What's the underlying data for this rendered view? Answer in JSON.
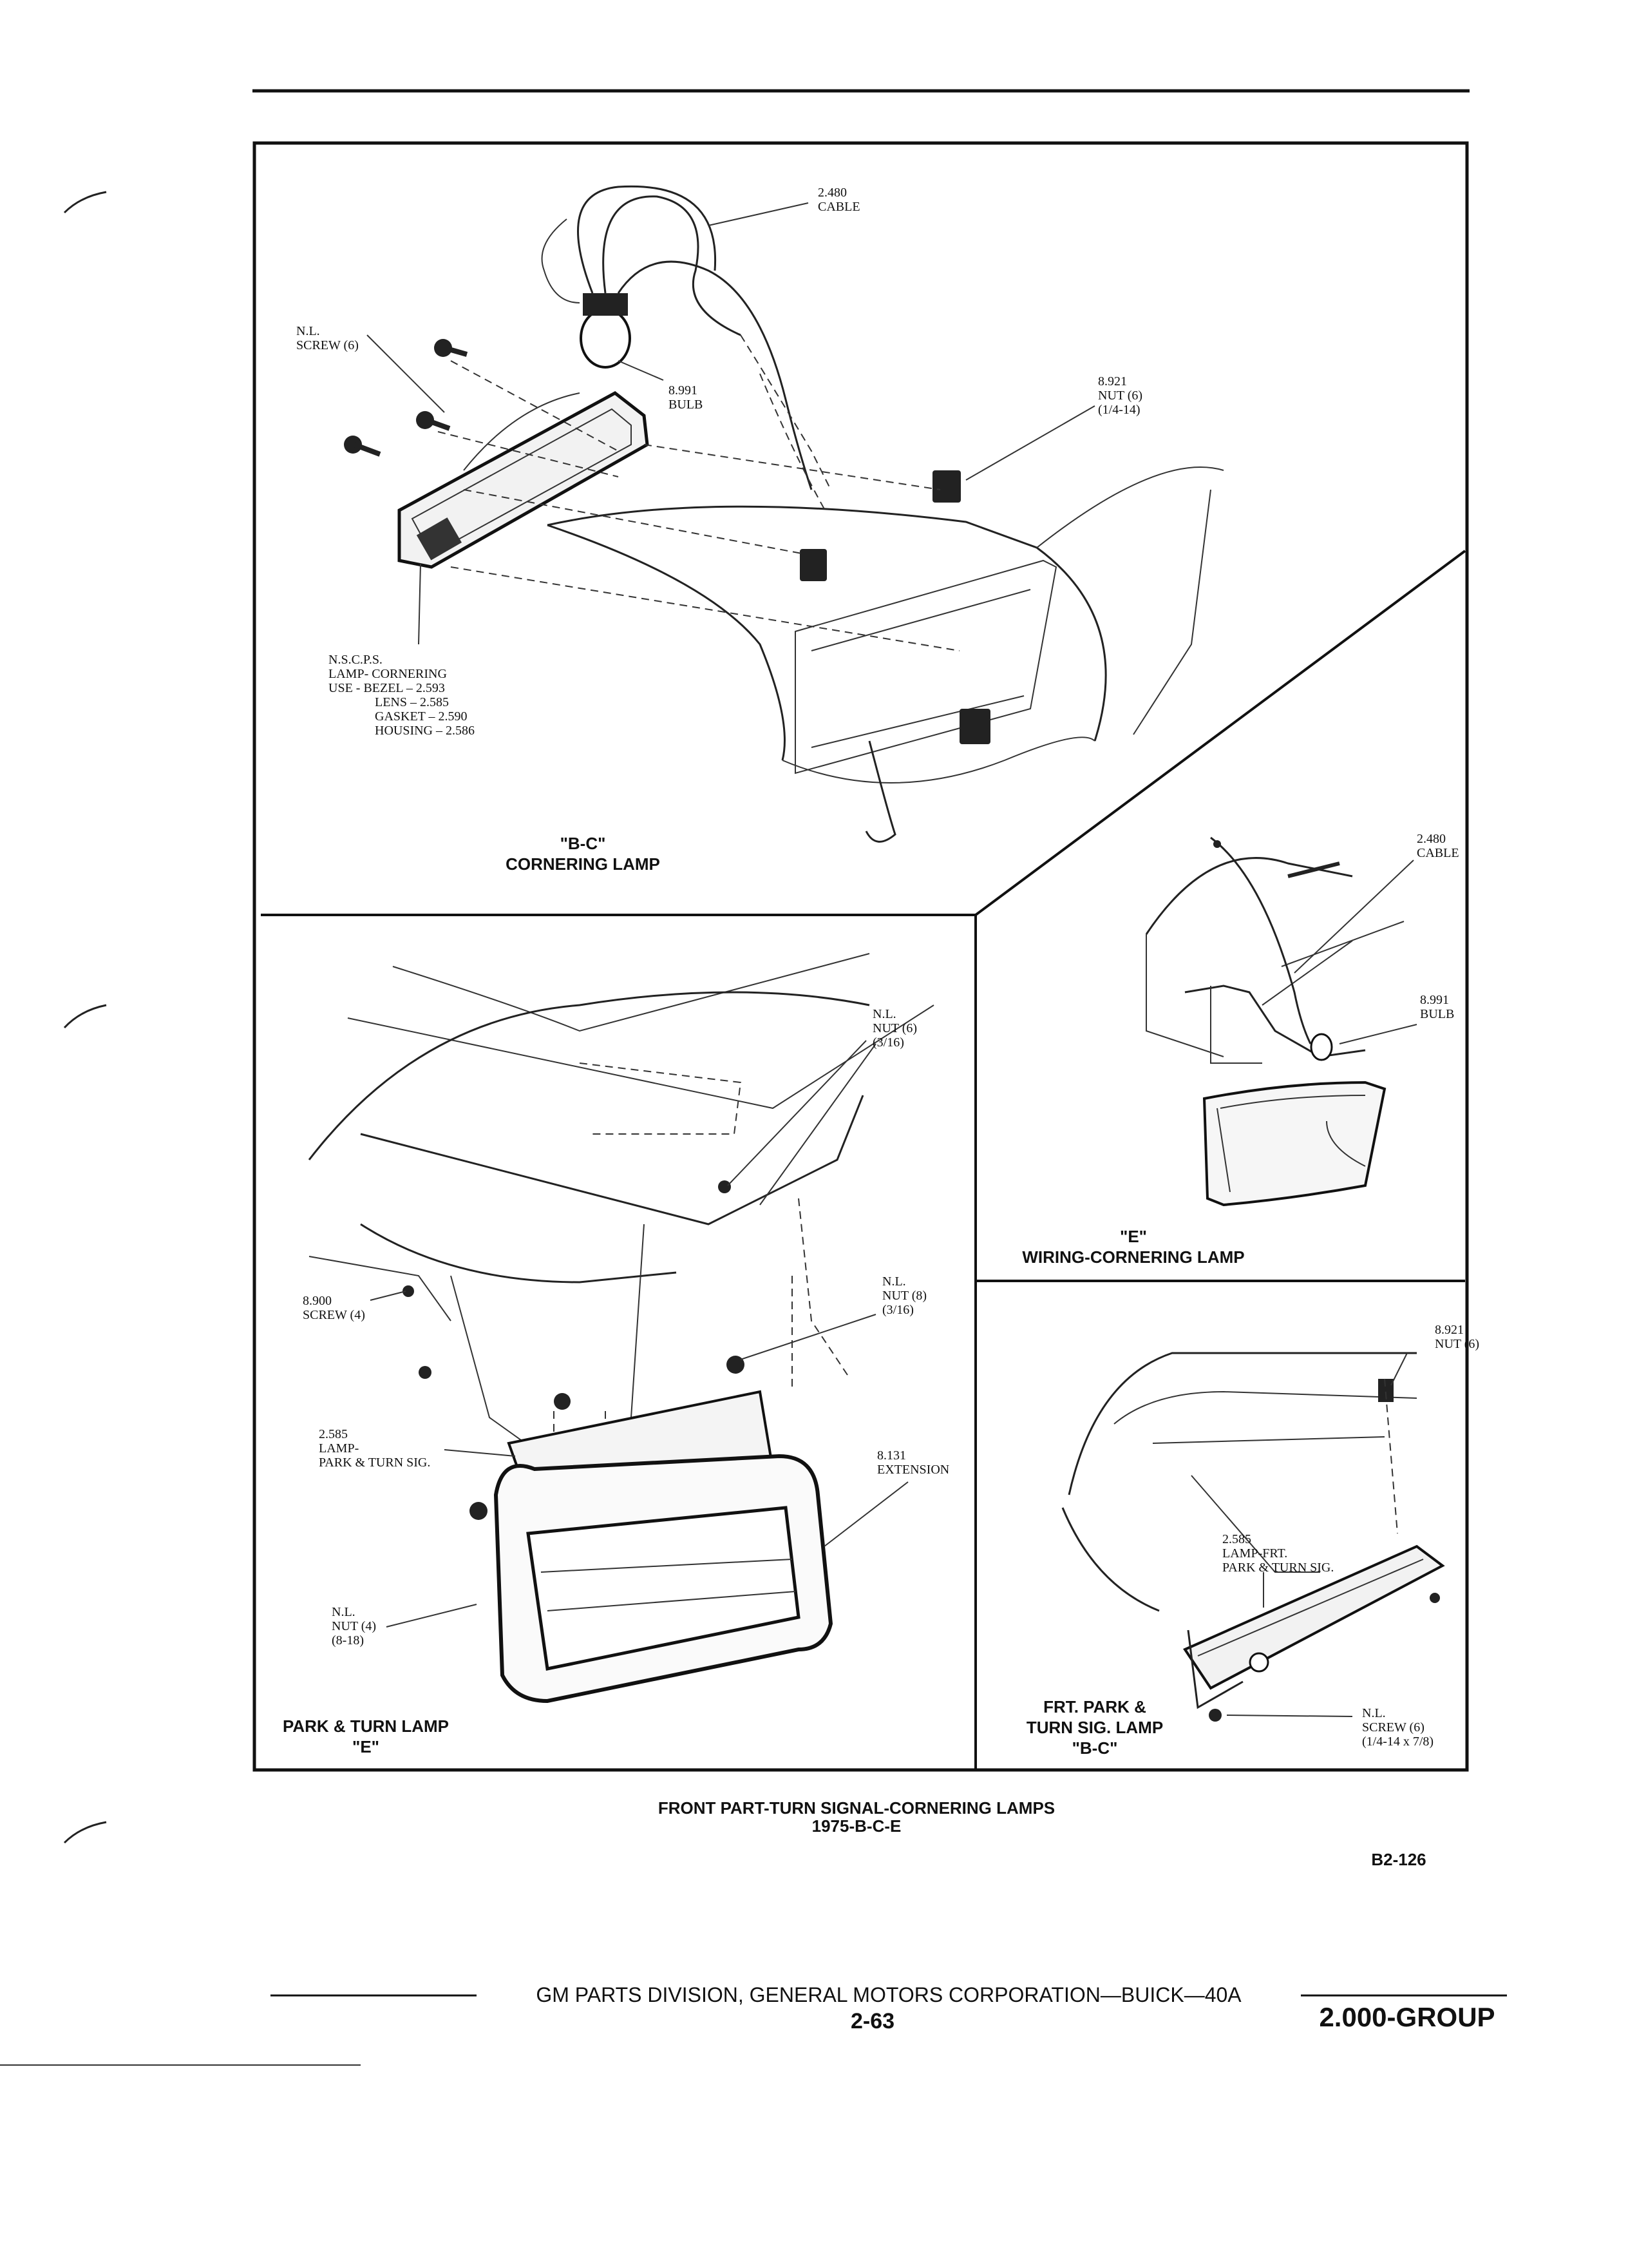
{
  "panels": {
    "bc_cornering": {
      "caption_line1": "\"B-C\"",
      "caption_line2": "CORNERING LAMP",
      "labels": {
        "cable": [
          "2.480",
          "CABLE"
        ],
        "screw": [
          "N.L.",
          "SCREW (6)"
        ],
        "bulb": [
          "8.991",
          "BULB"
        ],
        "nut": [
          "8.921",
          "NUT (6)",
          "(1/4-14)"
        ],
        "nscps": [
          "N.S.C.P.S.",
          "LAMP- CORNERING",
          "USE -  BEZEL – 2.593",
          "LENS – 2.585",
          "GASKET – 2.590",
          "HOUSING – 2.586"
        ]
      }
    },
    "e_wiring": {
      "caption_line1": "\"E\"",
      "caption_line2": "WIRING-CORNERING LAMP",
      "labels": {
        "cable": [
          "2.480",
          "CABLE"
        ],
        "bulb": [
          "8.991",
          "BULB"
        ]
      }
    },
    "park_turn_e": {
      "caption_line1": "PARK & TURN LAMP",
      "caption_line2": "\"E\"",
      "labels": {
        "nut6": [
          "N.L.",
          "NUT (6)",
          "(3/16)"
        ],
        "screw": [
          "8.900",
          "SCREW (4)"
        ],
        "nut8": [
          "N.L.",
          "NUT (8)",
          "(3/16)"
        ],
        "lamp": [
          "2.585",
          "LAMP-",
          "PARK & TURN SIG."
        ],
        "extension": [
          "8.131",
          "EXTENSION"
        ],
        "nut4": [
          "N.L.",
          "NUT (4)",
          "(8-18)"
        ]
      }
    },
    "frt_park_bc": {
      "caption_line1": "FRT. PARK &",
      "caption_line2": "TURN SIG. LAMP",
      "caption_line3": "\"B-C\"",
      "labels": {
        "nut": [
          "8.921",
          "NUT (6)"
        ],
        "lamp": [
          "2.585",
          "LAMP-FRT.",
          "PARK & TURN SIG."
        ],
        "screw": [
          "N.L.",
          "SCREW (6)",
          "(1/4-14 x 7/8)"
        ]
      }
    }
  },
  "figure_title": "FRONT PART-TURN SIGNAL-CORNERING LAMPS",
  "figure_subtitle": "1975-B-C-E",
  "figure_code": "B2-126",
  "footer": {
    "division": "GM PARTS DIVISION, GENERAL MOTORS CORPORATION—BUICK—40A",
    "page": "2-63",
    "group": "2.000-GROUP"
  }
}
